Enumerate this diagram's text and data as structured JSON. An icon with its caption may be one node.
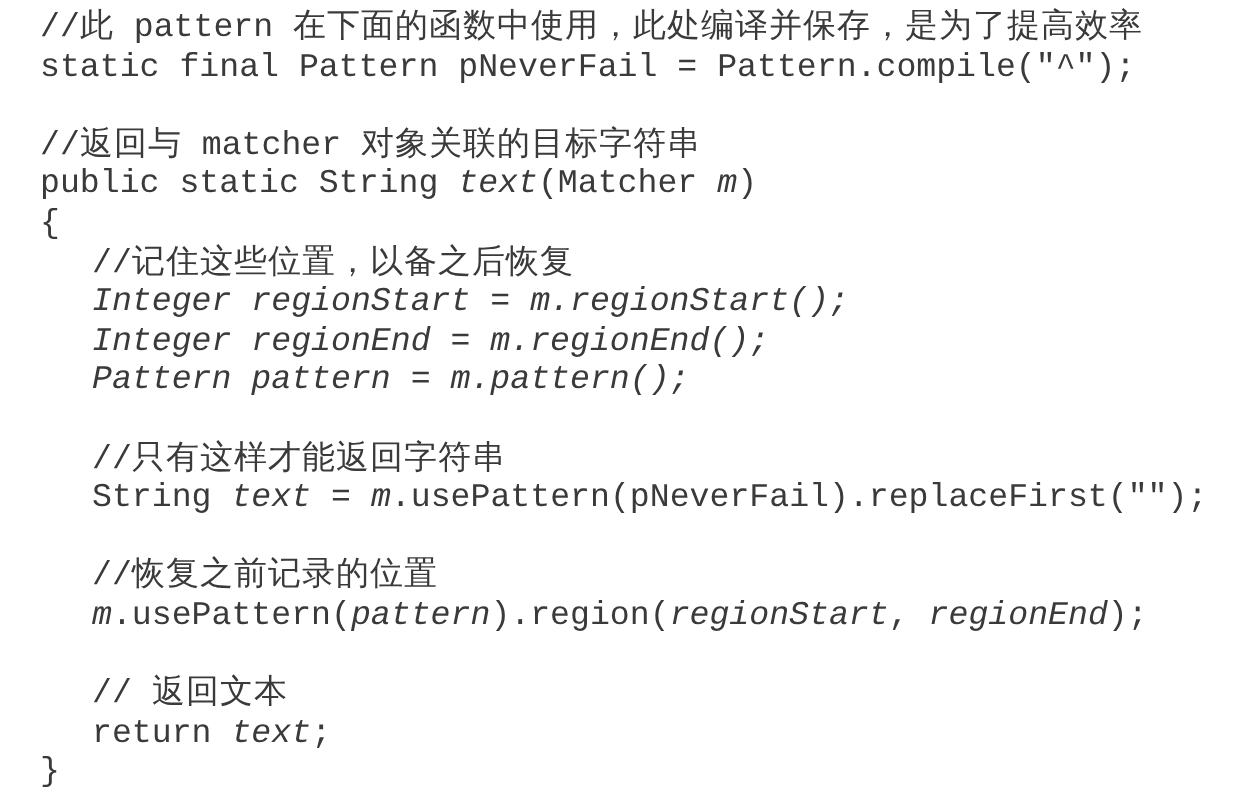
{
  "diagram": {
    "labels": [
      "//此 pattern 在下面的函数中使用，此处编译并保存，是为了提高效率",
      "static final Pattern pNeverFail = Pattern.compile(\"^\");",
      "//返回与 matcher 对象关联的目标字符串",
      "public static String *text*(Matcher *m*)",
      "{",
      "//记住这些位置，以备之后恢复",
      "Integer regionStart = m.regionStart();",
      "Integer regionEnd = m.regionEnd();",
      "Pattern pattern = m.pattern();",
      "//只有这样才能返回字符串",
      "String *text* = *m*.usePattern(pNeverFail).replaceFirst(\"\");",
      "//恢复之前记录的位置",
      "*m*.usePattern(*pattern*).region(*regionStart*, *regionEnd*);",
      "// 返回文本",
      "return *text*;",
      "}"
    ]
  }
}
